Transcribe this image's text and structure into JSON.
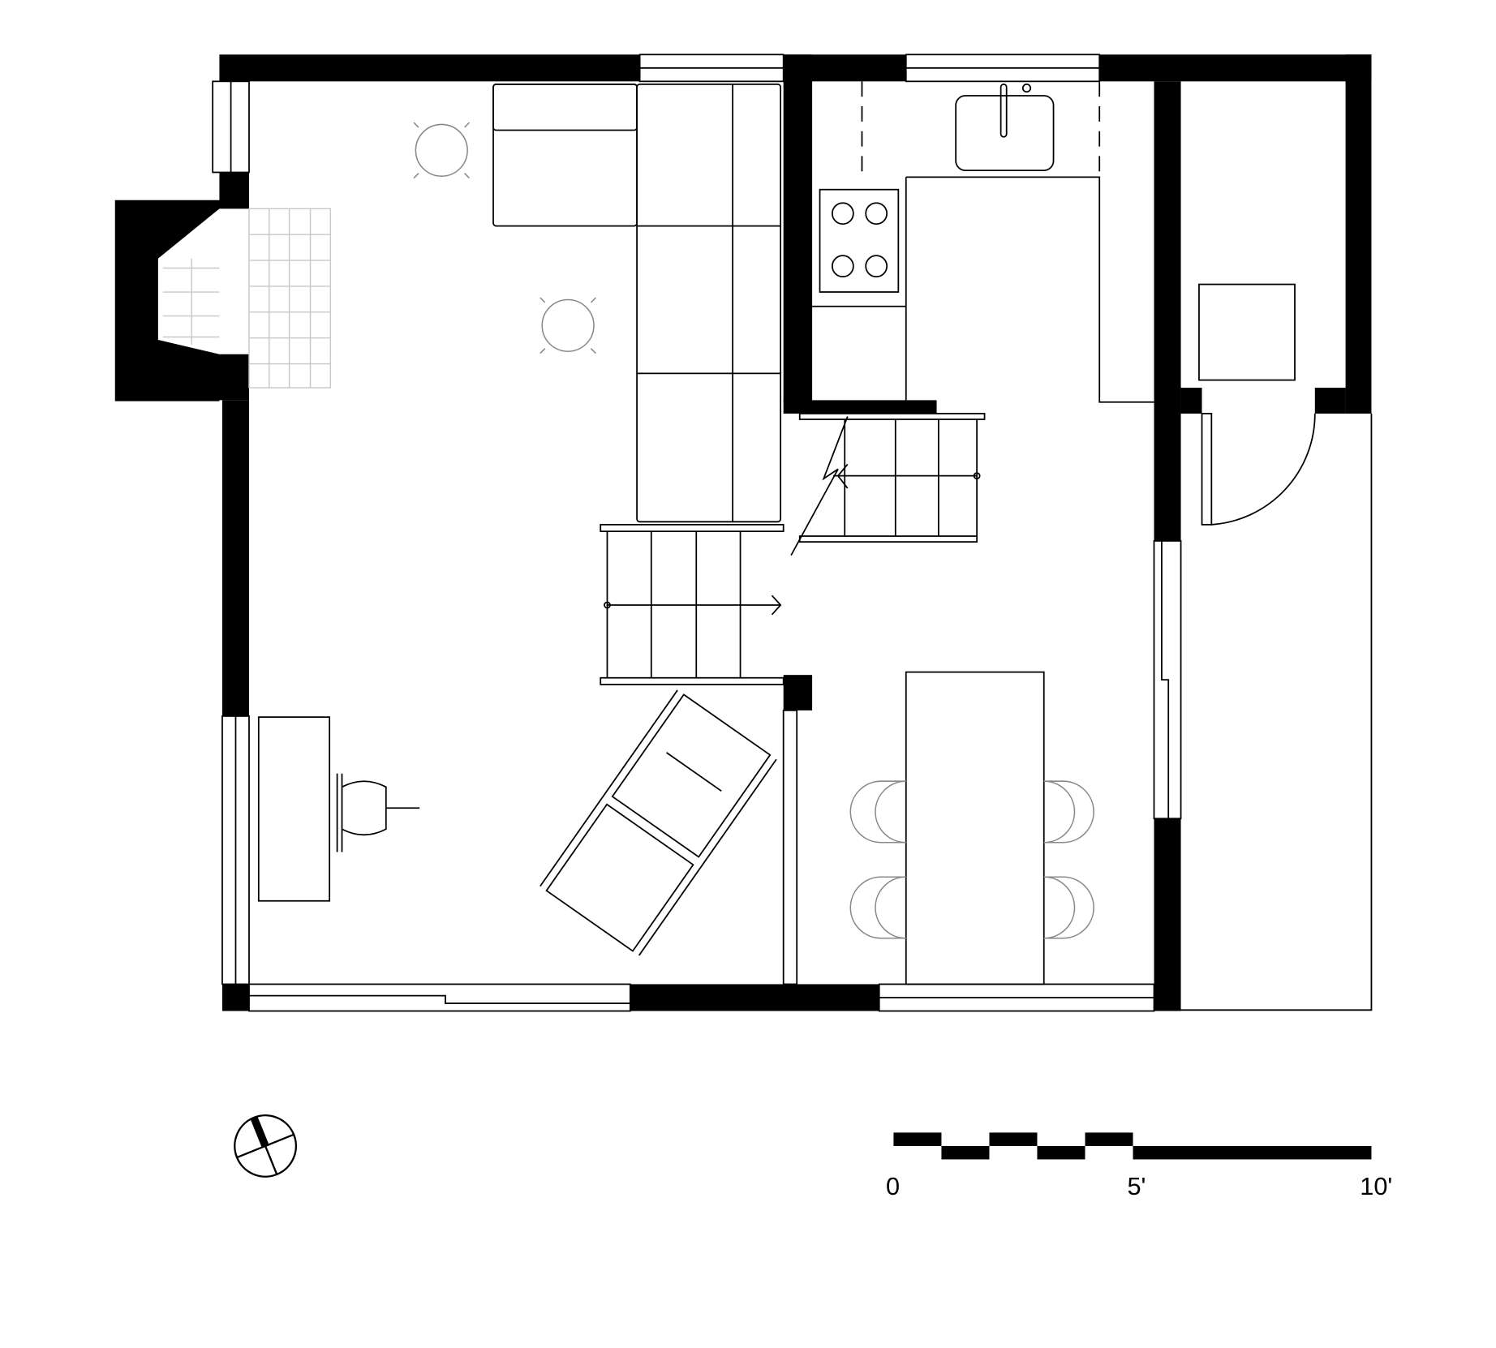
{
  "scale_bar": {
    "labels": [
      "0",
      "5'",
      "10'"
    ],
    "unit": "feet",
    "length_ft": 10
  },
  "compass": {
    "icon": "north-arrow-icon"
  },
  "colors": {
    "wall": "#000000",
    "furniture": "#000000",
    "hearth": "#c8c8c8"
  }
}
